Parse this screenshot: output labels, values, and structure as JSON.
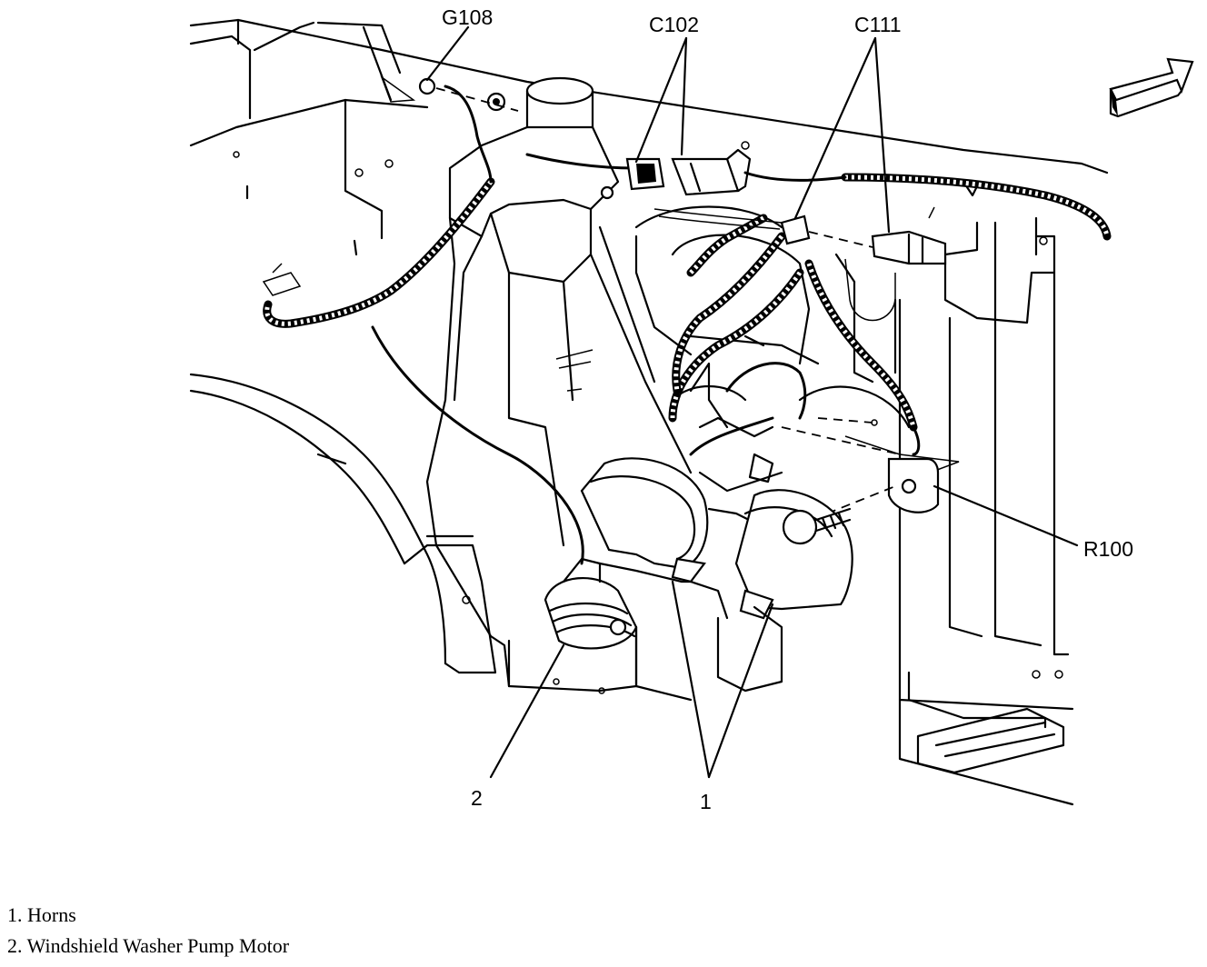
{
  "callouts": {
    "g108": "G108",
    "c102": "C102",
    "c111": "C111",
    "r100": "R100",
    "num1": "1",
    "num2": "2"
  },
  "legend": [
    {
      "label": "1. Horns"
    },
    {
      "label": "2. Windshield  Washer  Pump  Motor"
    }
  ],
  "colors": {
    "line": "#000000",
    "background": "#ffffff"
  }
}
